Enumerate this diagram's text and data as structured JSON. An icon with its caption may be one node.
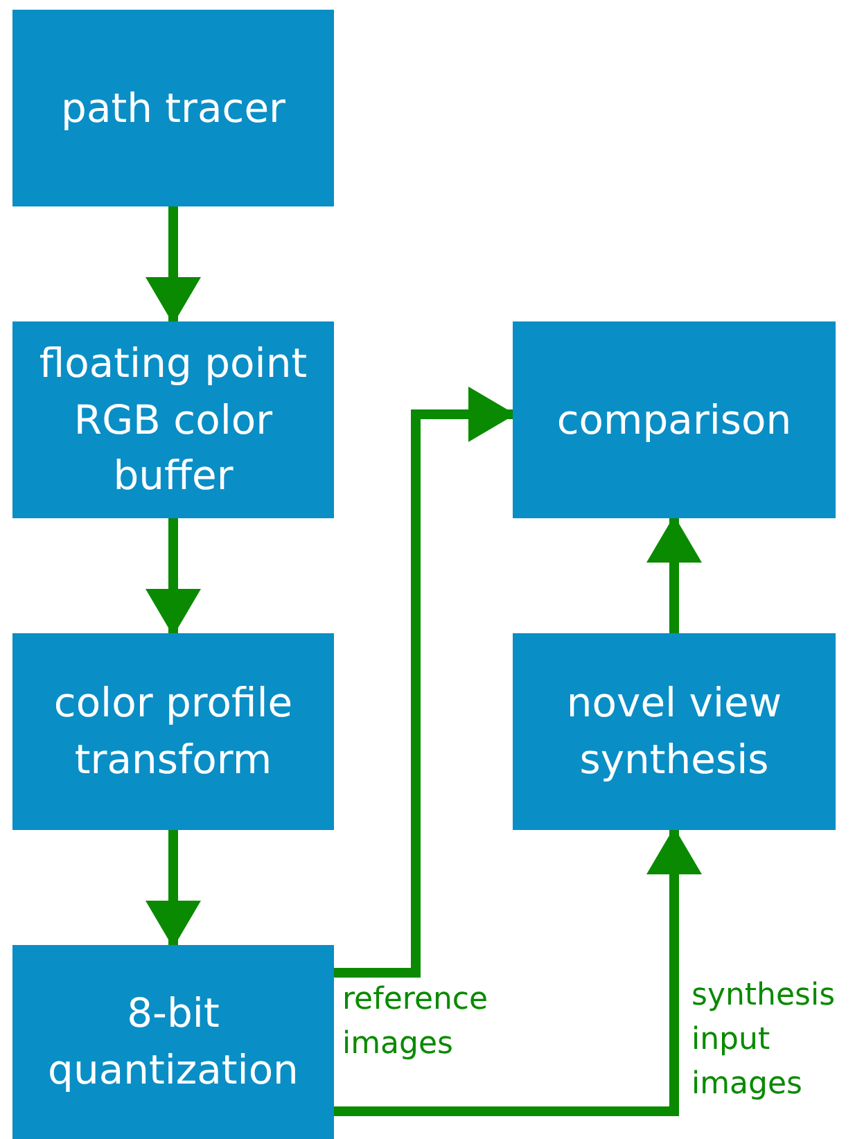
{
  "diagram": {
    "nodes": [
      {
        "text": [
          "path tracer"
        ]
      },
      {
        "text": [
          "floating point RGB color buffer"
        ]
      },
      {
        "text": [
          "color profile transform"
        ]
      },
      {
        "text": [
          "8-bit quantization"
        ]
      },
      {
        "text": [
          "comparison"
        ]
      },
      {
        "text": [
          "novel view synthesis"
        ]
      }
    ],
    "edges": [
      {
        "from": 0,
        "to": 1,
        "arrow": "to"
      },
      {
        "from": 1,
        "to": 2,
        "arrow": "to"
      },
      {
        "from": 2,
        "to": 3,
        "arrow": "to"
      },
      {
        "from": 3,
        "to": 4,
        "arrow": "to",
        "label": "reference images"
      },
      {
        "from": 3,
        "to": 5,
        "arrow": "to",
        "label": "synthesis input images"
      },
      {
        "from": 5,
        "to": 4,
        "arrow": "to"
      }
    ]
  }
}
